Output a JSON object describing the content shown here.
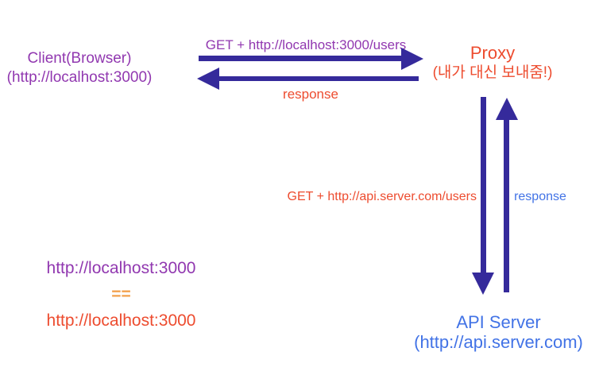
{
  "colors": {
    "purple": "#9138b0",
    "red_orange": "#ed4c2f",
    "orange": "#f2a14e",
    "blue": "#4273e6",
    "indigo": "#352a9b",
    "background": "#ffffff"
  },
  "nodes": {
    "client": {
      "title": "Client(Browser)",
      "subtitle": "(http://localhost:3000)"
    },
    "proxy": {
      "title": "Proxy",
      "subtitle": "(내가 대신 보내줌!)"
    },
    "api_server": {
      "title": "API Server",
      "subtitle": "(http://api.server.com)"
    }
  },
  "messages": {
    "client_to_proxy_request": "GET + http://localhost:3000/users",
    "proxy_to_client_response": "response",
    "proxy_to_api_request": "GET + http://api.server.com/users",
    "api_to_proxy_response": "response"
  },
  "equivalence": {
    "top": "http://localhost:3000",
    "operator": "==",
    "bottom": "http://localhost:3000"
  }
}
